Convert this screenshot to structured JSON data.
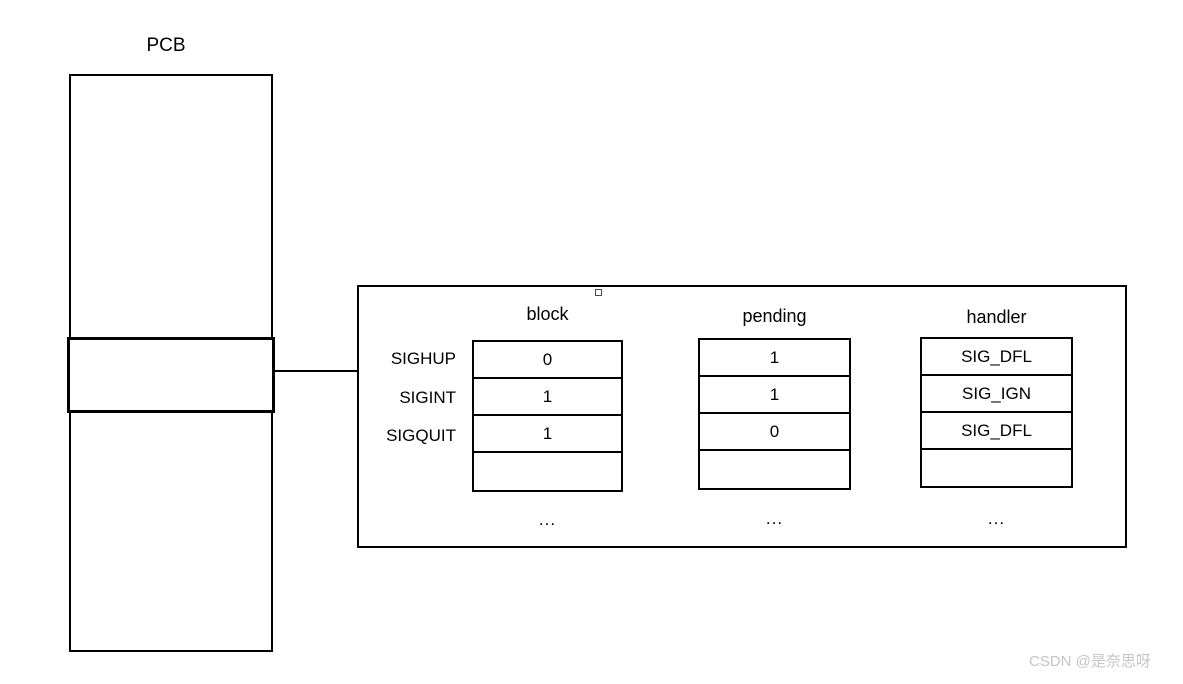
{
  "pcb": {
    "label": "PCB"
  },
  "signal_table": {
    "row_labels": [
      "SIGHUP",
      "SIGINT",
      "SIGQUIT"
    ],
    "columns": [
      {
        "header": "block",
        "values": [
          "0",
          "1",
          "1",
          ""
        ],
        "ellipsis": "..."
      },
      {
        "header": "pending",
        "values": [
          "1",
          "1",
          "0",
          ""
        ],
        "ellipsis": "..."
      },
      {
        "header": "handler",
        "values": [
          "SIG_DFL",
          "SIG_IGN",
          "SIG_DFL",
          ""
        ],
        "ellipsis": "..."
      }
    ]
  },
  "watermark": {
    "text": "CSDN @是奈思呀"
  },
  "colors": {
    "line": "#000000",
    "text": "#000000",
    "watermark": "#c5c5c5"
  }
}
